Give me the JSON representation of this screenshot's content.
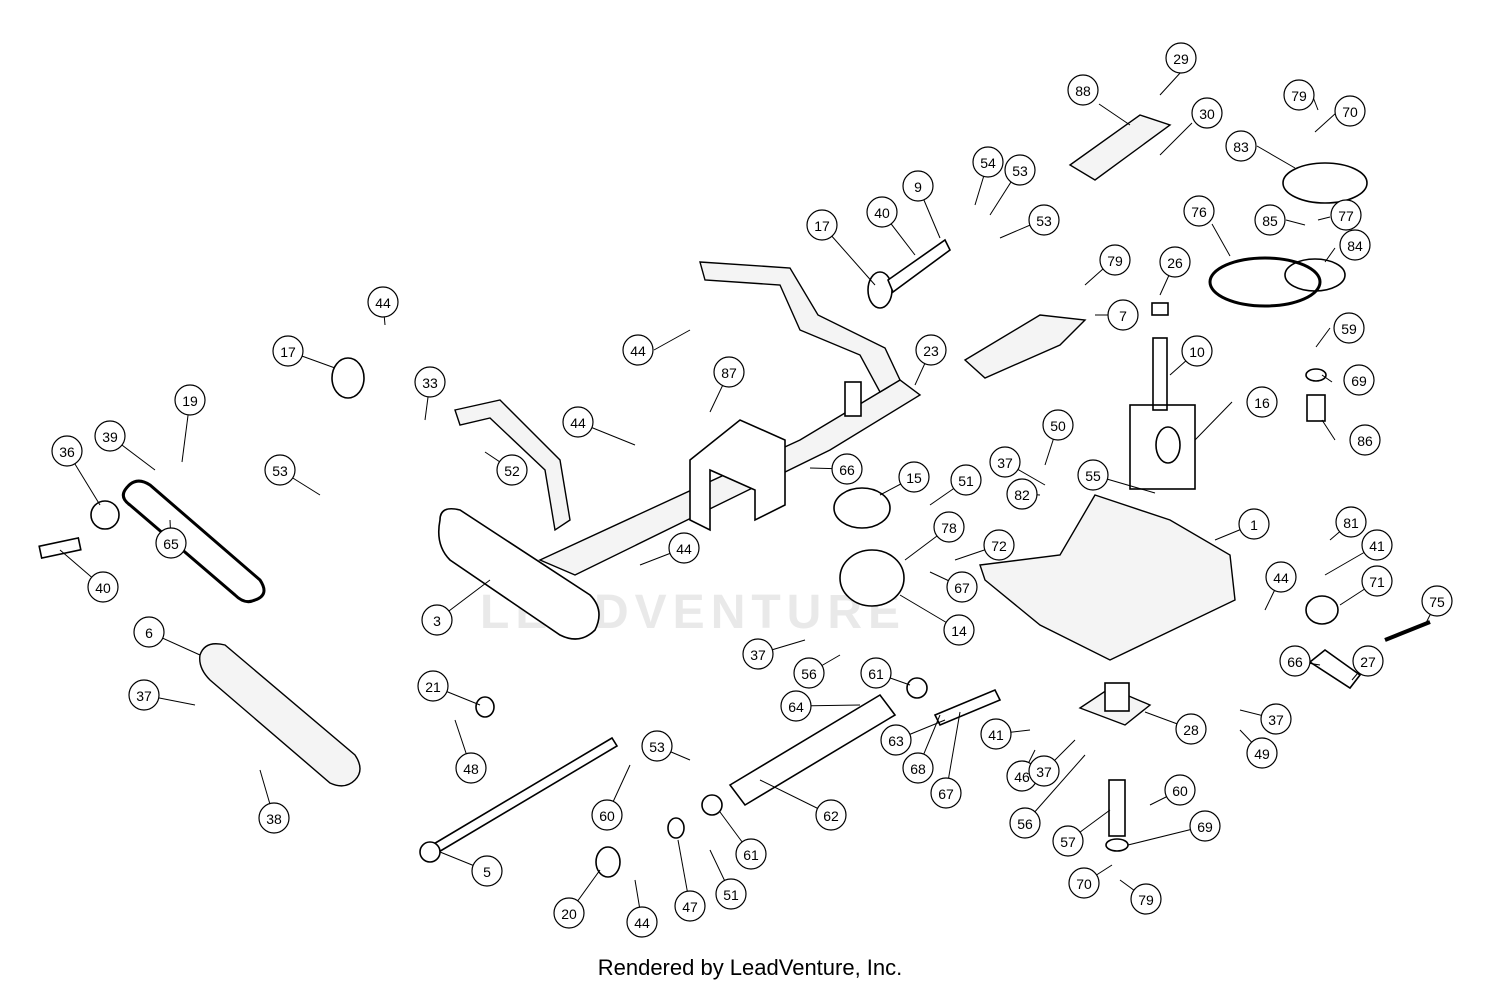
{
  "footer": "Rendered by LeadVenture, Inc.",
  "watermark": "LEADVENTURE",
  "callouts": [
    {
      "id": "c29",
      "label": "29"
    },
    {
      "id": "c88",
      "label": "88"
    },
    {
      "id": "c30",
      "label": "30"
    },
    {
      "id": "c79a",
      "label": "79"
    },
    {
      "id": "c70a",
      "label": "70"
    },
    {
      "id": "c83",
      "label": "83"
    },
    {
      "id": "c85",
      "label": "85"
    },
    {
      "id": "c77",
      "label": "77"
    },
    {
      "id": "c76",
      "label": "76"
    },
    {
      "id": "c84",
      "label": "84"
    },
    {
      "id": "c59",
      "label": "59"
    },
    {
      "id": "c69a",
      "label": "69"
    },
    {
      "id": "c86",
      "label": "86"
    },
    {
      "id": "c54",
      "label": "54"
    },
    {
      "id": "c53a",
      "label": "53"
    },
    {
      "id": "c9",
      "label": "9"
    },
    {
      "id": "c40a",
      "label": "40"
    },
    {
      "id": "c17a",
      "label": "17"
    },
    {
      "id": "c53b",
      "label": "53"
    },
    {
      "id": "c79b",
      "label": "79"
    },
    {
      "id": "c26",
      "label": "26"
    },
    {
      "id": "c7",
      "label": "7"
    },
    {
      "id": "c10",
      "label": "10"
    },
    {
      "id": "c16",
      "label": "16"
    },
    {
      "id": "c44a",
      "label": "44"
    },
    {
      "id": "c23",
      "label": "23"
    },
    {
      "id": "c87",
      "label": "87"
    },
    {
      "id": "c44b",
      "label": "44"
    },
    {
      "id": "c17b",
      "label": "17"
    },
    {
      "id": "c33",
      "label": "33"
    },
    {
      "id": "c52",
      "label": "52"
    },
    {
      "id": "c44c",
      "label": "44"
    },
    {
      "id": "c66a",
      "label": "66"
    },
    {
      "id": "c15",
      "label": "15"
    },
    {
      "id": "c51a",
      "label": "51"
    },
    {
      "id": "c78",
      "label": "78"
    },
    {
      "id": "c72",
      "label": "72"
    },
    {
      "id": "c67a",
      "label": "67"
    },
    {
      "id": "c14",
      "label": "14"
    },
    {
      "id": "c37a",
      "label": "37"
    },
    {
      "id": "c50",
      "label": "50"
    },
    {
      "id": "c82",
      "label": "82"
    },
    {
      "id": "c55",
      "label": "55"
    },
    {
      "id": "c1",
      "label": "1"
    },
    {
      "id": "c44d",
      "label": "44"
    },
    {
      "id": "c81",
      "label": "81"
    },
    {
      "id": "c41a",
      "label": "41"
    },
    {
      "id": "c71",
      "label": "71"
    },
    {
      "id": "c75",
      "label": "75"
    },
    {
      "id": "c66b",
      "label": "66"
    },
    {
      "id": "c27",
      "label": "27"
    },
    {
      "id": "c36",
      "label": "36"
    },
    {
      "id": "c39",
      "label": "39"
    },
    {
      "id": "c19",
      "label": "19"
    },
    {
      "id": "c53c",
      "label": "53"
    },
    {
      "id": "c40b",
      "label": "40"
    },
    {
      "id": "c65",
      "label": "65"
    },
    {
      "id": "c3",
      "label": "3"
    },
    {
      "id": "c44e",
      "label": "44"
    },
    {
      "id": "c6",
      "label": "6"
    },
    {
      "id": "c37b",
      "label": "37"
    },
    {
      "id": "c21",
      "label": "21"
    },
    {
      "id": "c48",
      "label": "48"
    },
    {
      "id": "c38",
      "label": "38"
    },
    {
      "id": "c37c",
      "label": "37"
    },
    {
      "id": "c56a",
      "label": "56"
    },
    {
      "id": "c61a",
      "label": "61"
    },
    {
      "id": "c64",
      "label": "64"
    },
    {
      "id": "c63",
      "label": "63"
    },
    {
      "id": "c68",
      "label": "68"
    },
    {
      "id": "c67b",
      "label": "67"
    },
    {
      "id": "c41b",
      "label": "41"
    },
    {
      "id": "c46",
      "label": "46"
    },
    {
      "id": "c37d",
      "label": "37"
    },
    {
      "id": "c28",
      "label": "28"
    },
    {
      "id": "c37e",
      "label": "37"
    },
    {
      "id": "c49",
      "label": "49"
    },
    {
      "id": "c56b",
      "label": "56"
    },
    {
      "id": "c60a",
      "label": "60"
    },
    {
      "id": "c57",
      "label": "57"
    },
    {
      "id": "c69b",
      "label": "69"
    },
    {
      "id": "c70b",
      "label": "70"
    },
    {
      "id": "c79c",
      "label": "79"
    },
    {
      "id": "c53d",
      "label": "53"
    },
    {
      "id": "c60b",
      "label": "60"
    },
    {
      "id": "c62",
      "label": "62"
    },
    {
      "id": "c61b",
      "label": "61"
    },
    {
      "id": "c5",
      "label": "5"
    },
    {
      "id": "c20",
      "label": "20"
    },
    {
      "id": "c47",
      "label": "47"
    },
    {
      "id": "c51b",
      "label": "51"
    },
    {
      "id": "c44f",
      "label": "44"
    }
  ]
}
